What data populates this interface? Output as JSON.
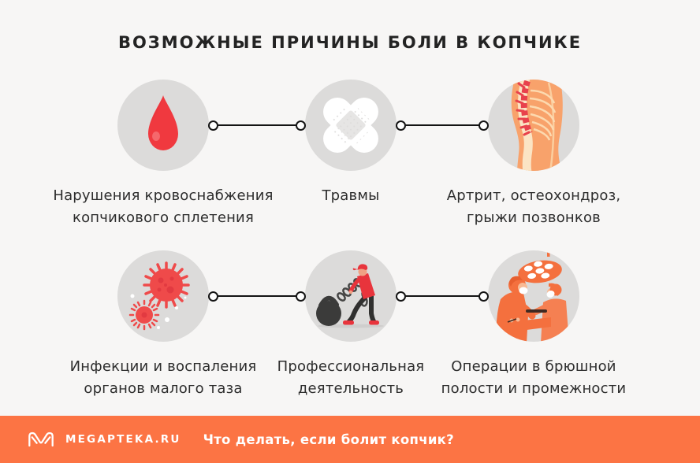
{
  "page": {
    "title": "ВОЗМОЖНЫЕ ПРИЧИНЫ БОЛИ В КОПЧИКЕ",
    "background_color": "#F7F6F5"
  },
  "colors": {
    "accent_orange": "#FC7444",
    "icon_red": "#EF4247",
    "circle_gray": "#DCDBDA",
    "text_dark": "#2D2D2D",
    "connector_black": "#141414"
  },
  "grid": {
    "items": [
      {
        "icon": "blood-drop-icon",
        "label": "Нарушения кровоснабжения\nкопчикового сплетения"
      },
      {
        "icon": "crossed-bandages-icon",
        "label": "Травмы"
      },
      {
        "icon": "spine-arthritis-icon",
        "label": "Артрит, остеохондроз,\nгрыжи позвонков"
      },
      {
        "icon": "virus-infection-icon",
        "label": "Инфекции и воспаления\nорганов малого таза"
      },
      {
        "icon": "kettlebell-worker-icon",
        "label": "Профессиональная\nдеятельность"
      },
      {
        "icon": "surgery-icon",
        "label": "Операции в брюшной\nполости и промежности"
      }
    ]
  },
  "footer": {
    "logo_icon": "megapteka-m-icon",
    "brand": "MEGAPTEKA.RU",
    "question": "Что делать, если болит копчик?"
  }
}
